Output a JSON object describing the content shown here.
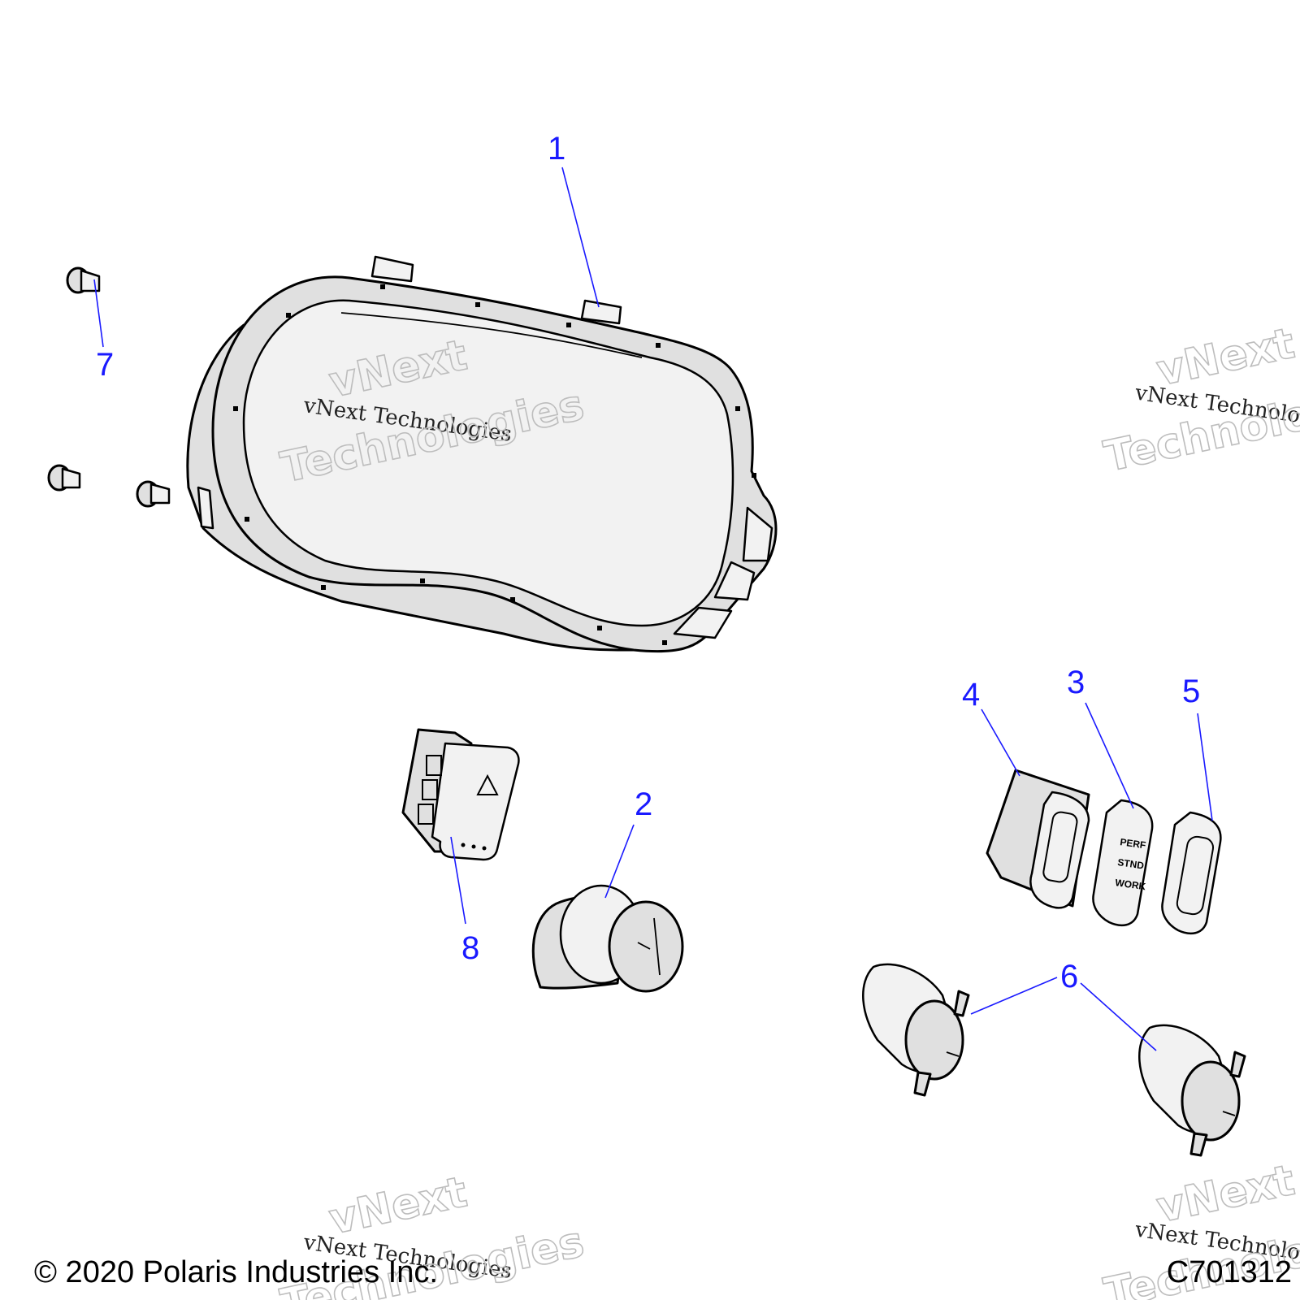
{
  "diagram": {
    "callouts": [
      {
        "id": "1",
        "label": "1"
      },
      {
        "id": "2",
        "label": "2"
      },
      {
        "id": "3",
        "label": "3"
      },
      {
        "id": "4",
        "label": "4"
      },
      {
        "id": "5",
        "label": "5"
      },
      {
        "id": "6",
        "label": "6"
      },
      {
        "id": "7",
        "label": "7"
      },
      {
        "id": "8",
        "label": "8"
      }
    ],
    "switch_labels": {
      "perf": "PERF",
      "stnd": "STND",
      "work": "WORK"
    },
    "watermark": {
      "line1": "vNext",
      "line2": "Technologies",
      "caption": "vNext Technologies"
    },
    "copyright": "© 2020 Polaris Industries Inc.",
    "figure_code": "C701312"
  },
  "colors": {
    "callout": "#1a1aff",
    "part_fill": "#e0e0e0",
    "line": "#000000"
  }
}
